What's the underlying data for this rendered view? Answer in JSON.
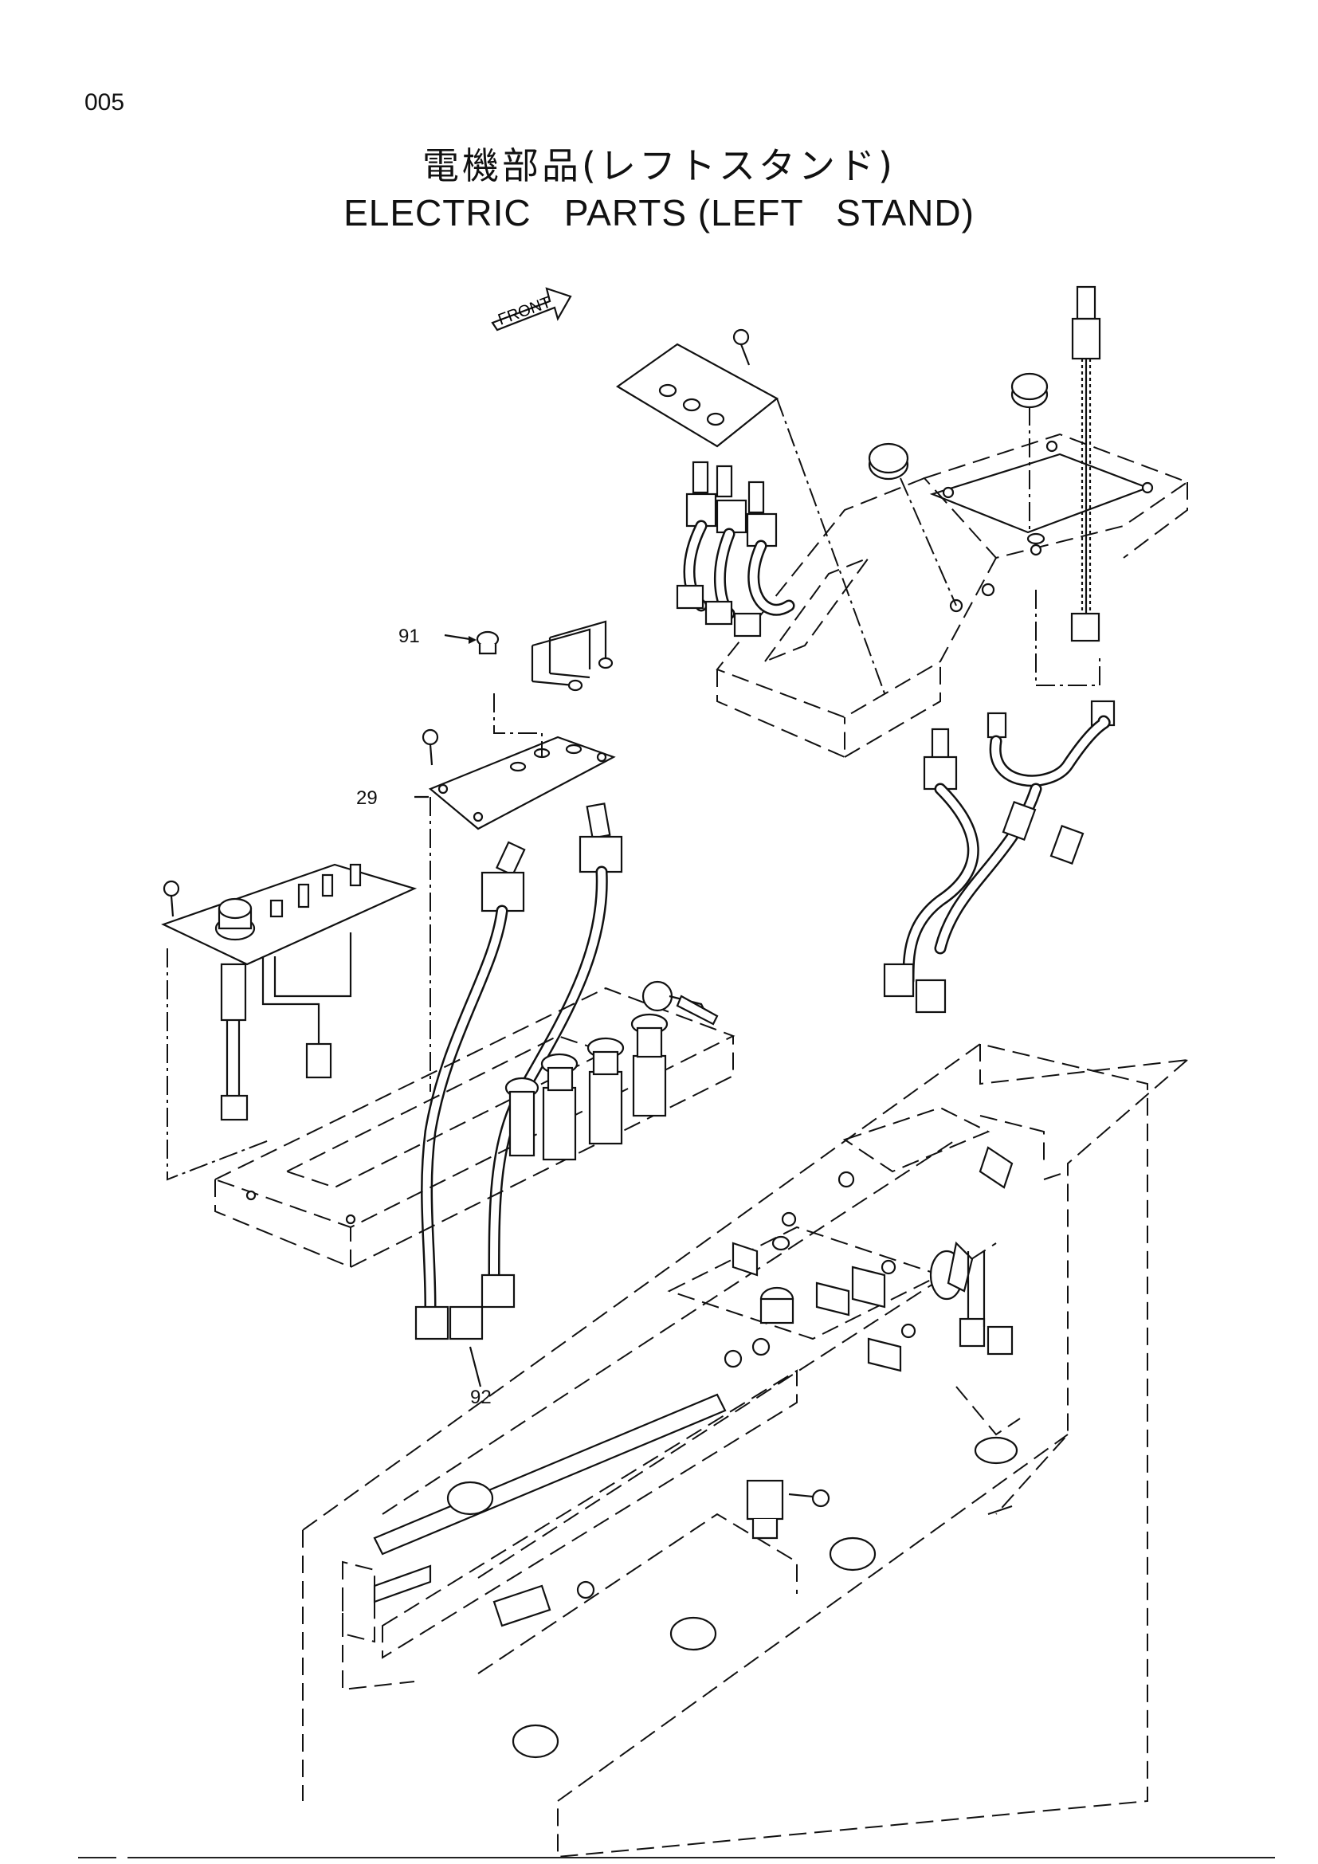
{
  "page_number": "005",
  "title_jp": "電機部品(レフトスタンド)",
  "title_en": "ELECTRIC   PARTS (LEFT   STAND)",
  "front_label": "FRONT",
  "callouts": [
    {
      "id": "91",
      "label": "91"
    },
    {
      "id": "29",
      "label": "29"
    },
    {
      "id": "92",
      "label": "92"
    }
  ]
}
